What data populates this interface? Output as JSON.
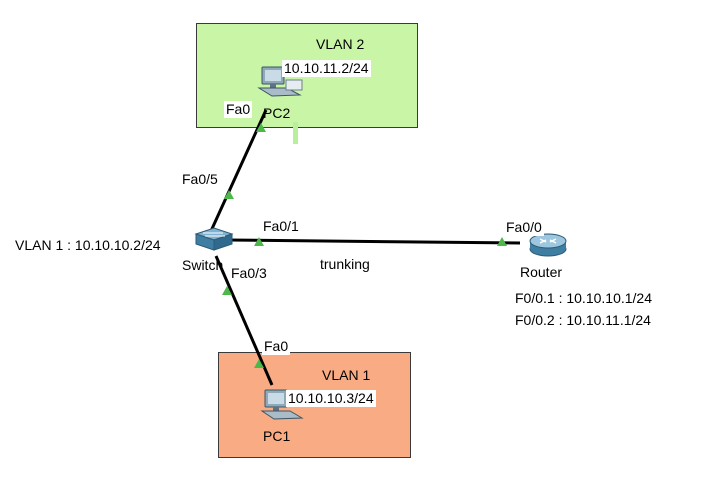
{
  "zones": {
    "vlan2": {
      "label": "VLAN 2",
      "color": "#c8f5a6"
    },
    "vlan1": {
      "label": "VLAN 1",
      "color": "#f9ac84"
    }
  },
  "devices": {
    "pc2": {
      "name": "PC2",
      "ip": "10.10.11.2/24",
      "icon": "pc-icon"
    },
    "pc1": {
      "name": "PC1",
      "ip": "10.10.10.3/24",
      "icon": "pc-icon"
    },
    "switch": {
      "name": "Switch",
      "vlan_label": "VLAN 1 : 10.10.10.2/24",
      "icon": "switch-icon"
    },
    "router": {
      "name": "Router",
      "sub1": "F0/0.1 : 10.10.10.1/24",
      "sub2": "F0/0.2 : 10.10.11.1/24",
      "icon": "router-icon"
    }
  },
  "ports": {
    "pc2_port": "Fa0",
    "switch_to_pc2": "Fa0/5",
    "switch_to_router": "Fa0/1",
    "router_port": "Fa0/0",
    "switch_to_pc1": "Fa0/3",
    "pc1_port": "Fa0"
  },
  "links": {
    "trunk_label": "trunking",
    "link_color": "#000000",
    "endpoint_color": "#4cb848"
  }
}
